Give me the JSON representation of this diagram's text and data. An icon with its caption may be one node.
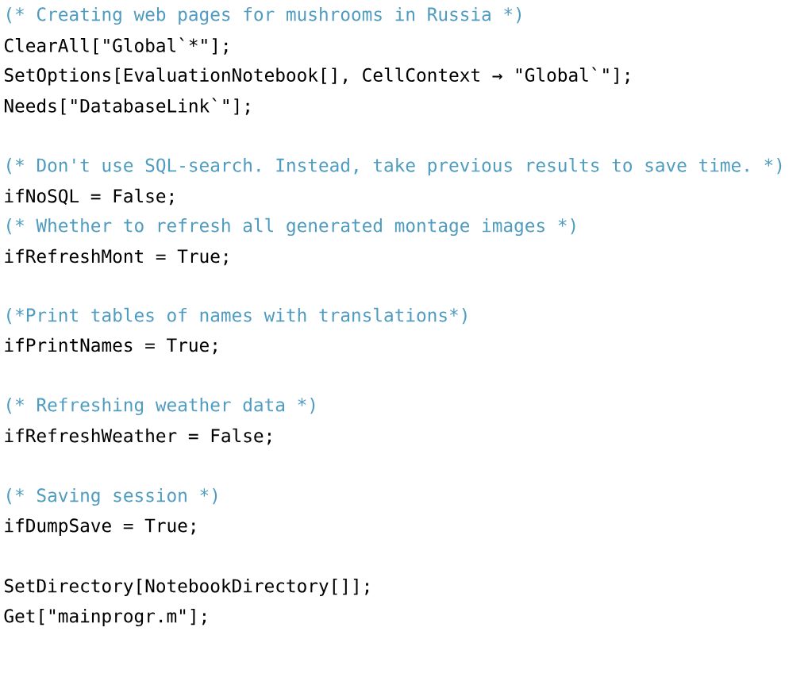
{
  "diagram": {
    "labels": [
      "(* Creating web pages for mushrooms in Russia *)",
      "ClearAll[\"Global`*\"];",
      "SetOptions[EvaluationNotebook[], CellContext → \"Global`\"];",
      "Needs[\"DatabaseLink`\"];",
      "(* Don't use SQL-search. Instead, take previous results to save time. *)",
      "ifNoSQL = False;",
      "(* Whether to refresh all generated montage images *)",
      "ifRefreshMont = True;",
      "(*Print tables of names with translations*)",
      "ifPrintNames = True;",
      "(* Refreshing weather data *)",
      "ifRefreshWeather = False;",
      "(* Saving session *)",
      "ifDumpSave = True;",
      "SetDirectory[NotebookDirectory[]];",
      "Get[\"mainprogr.m\"];"
    ]
  }
}
